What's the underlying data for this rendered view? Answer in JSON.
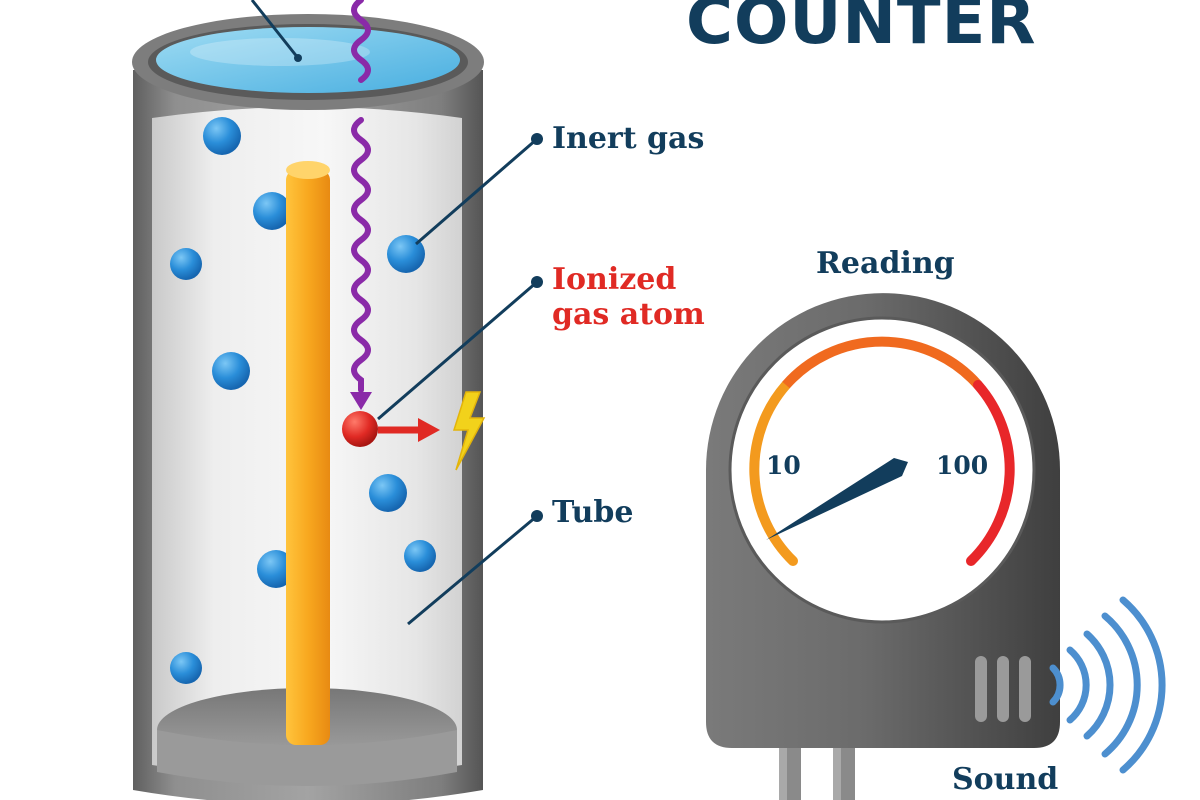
{
  "title": "COUNTER",
  "labels": {
    "inert_gas": "Inert gas",
    "ionized_line1": "Ionized",
    "ionized_line2": "gas atom",
    "tube": "Tube",
    "reading": "Reading",
    "sound": "Sound"
  },
  "gauge": {
    "min_label": "10",
    "max_label": "100"
  },
  "colors": {
    "navy": "#123d5c",
    "red_label": "#e02a24",
    "tube_gray": "#8a8a8a",
    "water": "#6cc3ea",
    "anode": "#f5a623",
    "atom_blue": "#2a8ed9",
    "ionized_atom": "#e02a24",
    "ray_purple": "#8a2aa8",
    "spark": "#f2d21b",
    "sound_waves": "#4d8fcf",
    "dial_orange": "#f39a1e",
    "dial_red": "#e8272a"
  }
}
